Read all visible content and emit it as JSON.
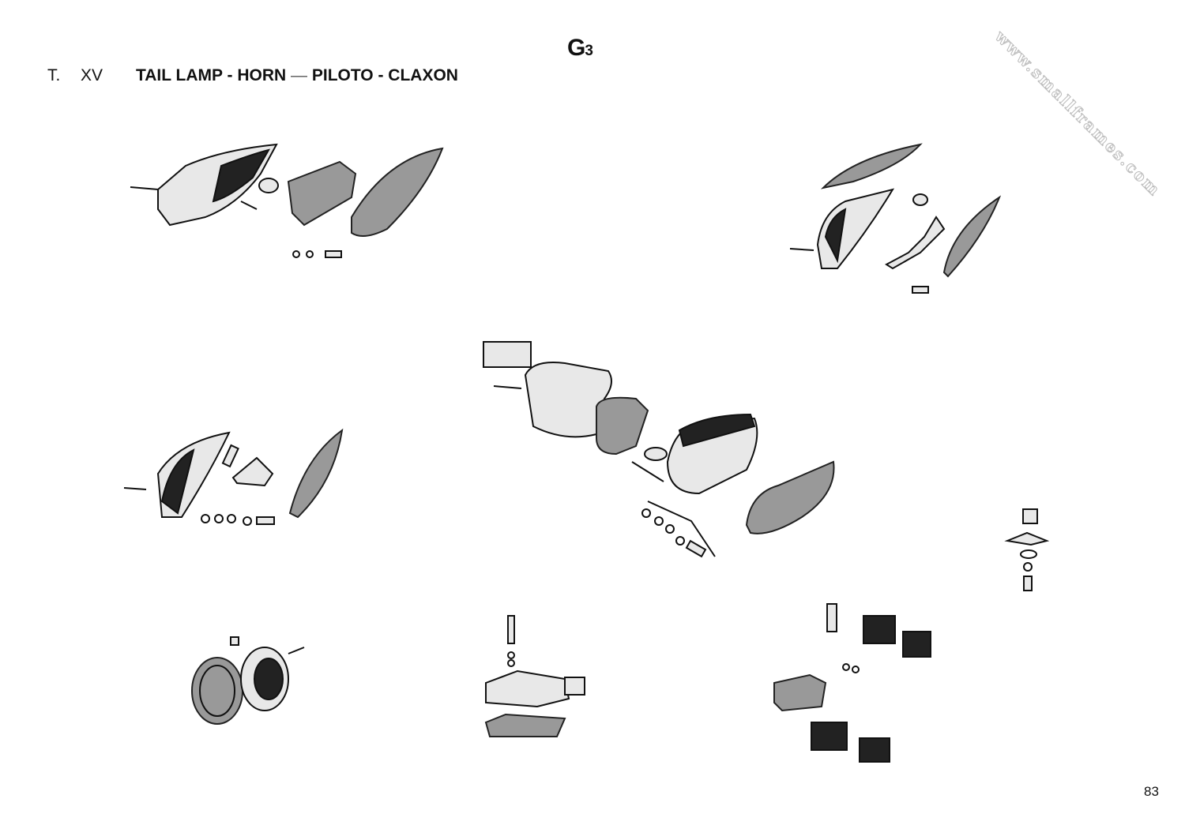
{
  "header": {
    "sheet_code_letter": "G",
    "sheet_code_number": "3",
    "table_label": "T.",
    "table_number": "XV",
    "title_en": "TAIL LAMP - HORN",
    "title_dash": "—",
    "title_es": "PILOTO - CLAXON"
  },
  "watermark": "www.smallframes.com",
  "page_number": "83"
}
